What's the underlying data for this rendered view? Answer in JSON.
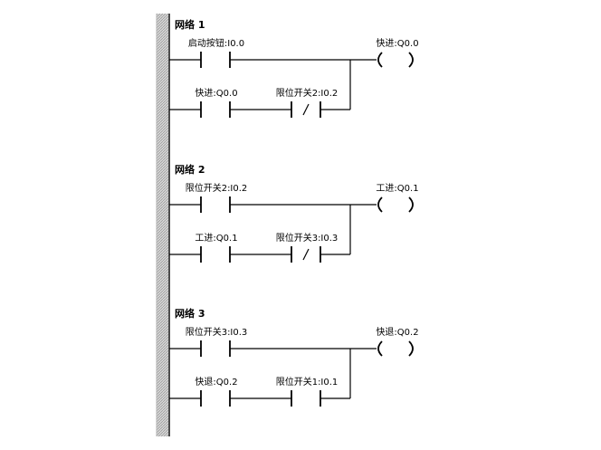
{
  "networks": [
    {
      "title": "网络 1",
      "coil": {
        "label": "快进:Q0.0",
        "icon": "coil-icon"
      },
      "rungs": [
        [
          {
            "label": "启动按钮:I0.0",
            "icon": "normally-open-contact-icon"
          }
        ],
        [
          {
            "label": "快进:Q0.0",
            "icon": "normally-open-contact-icon"
          },
          {
            "label": "限位开关2:I0.2",
            "icon": "normally-closed-contact-icon"
          }
        ]
      ]
    },
    {
      "title": "网络 2",
      "coil": {
        "label": "工进:Q0.1",
        "icon": "coil-icon"
      },
      "rungs": [
        [
          {
            "label": "限位开关2:I0.2",
            "icon": "normally-open-contact-icon"
          }
        ],
        [
          {
            "label": "工进:Q0.1",
            "icon": "normally-open-contact-icon"
          },
          {
            "label": "限位开关3:I0.3",
            "icon": "normally-closed-contact-icon"
          }
        ]
      ]
    },
    {
      "title": "网络 3",
      "coil": {
        "label": "快退:Q0.2",
        "icon": "coil-icon"
      },
      "rungs": [
        [
          {
            "label": "限位开关3:I0.3",
            "icon": "normally-open-contact-icon"
          }
        ],
        [
          {
            "label": "快退:Q0.2",
            "icon": "normally-open-contact-icon"
          },
          {
            "label": "限位开关1:I0.1",
            "icon": "normally-open-contact-icon"
          }
        ]
      ]
    }
  ]
}
